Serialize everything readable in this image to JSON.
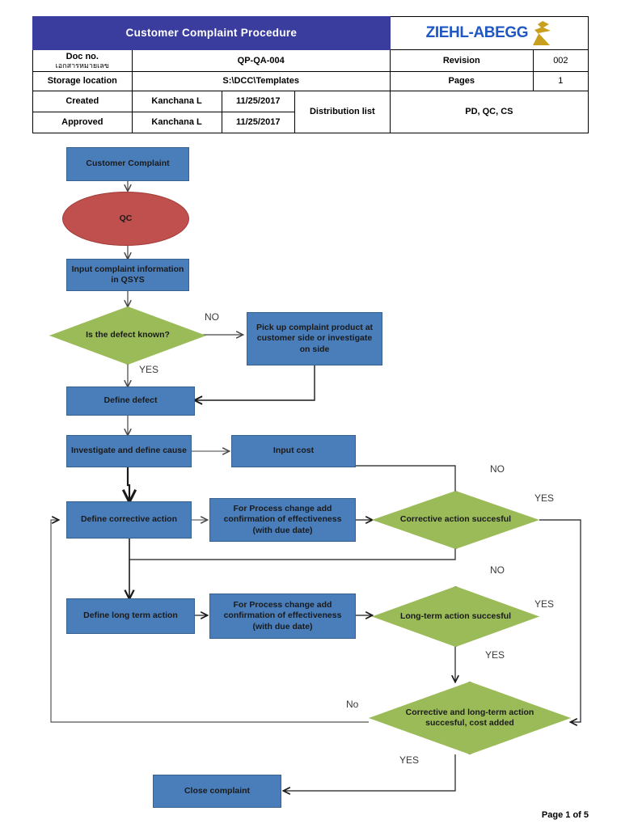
{
  "header": {
    "title": "Customer Complaint Procedure",
    "logo": {
      "text": "ZIEHL-ABEGG",
      "mark": "ziehl-abegg-logo-icon"
    },
    "rows": {
      "doc_no_label": "Doc no.",
      "doc_no_label_thai": "เอกสารหมายเลข",
      "doc_no_value": "QP-QA-004",
      "revision_label": "Revision",
      "revision_value": "002",
      "storage_label": "Storage location",
      "storage_value": "S:\\DCC\\Templates",
      "pages_label": "Pages",
      "pages_value": "1",
      "created_label": "Created",
      "created_by": "Kanchana L",
      "created_date": "11/25/2017",
      "approved_label": "Approved",
      "approved_by": "Kanchana L",
      "approved_date": "11/25/2017",
      "distribution_label": "Distribution list",
      "distribution_value": "PD, QC, CS"
    }
  },
  "flow": {
    "nodes": {
      "customer_complaint": "Customer Complaint",
      "qc": "QC",
      "input_complaint": "Input complaint information in QSYS",
      "is_defect_known": "Is the defect known?",
      "pick_up": "Pick up complaint product at customer side or investigate on side",
      "define_defect": "Define defect",
      "investigate_cause": "Investigate and define cause",
      "input_cost": "Input cost",
      "define_corrective": "Define corrective action",
      "process_change_1": "For Process change add confirmation of effectiveness (with due date)",
      "corrective_successful": "Corrective action succesful",
      "define_long_term": "Define long term action",
      "process_change_2": "For Process change add confirmation of effectiveness (with due date)",
      "long_term_successful": "Long-term action succesful",
      "both_successful": "Corrective and long-term action succesful, cost added",
      "close_complaint": "Close complaint"
    },
    "edge_labels": {
      "defect_no": "NO",
      "defect_yes": "YES",
      "corrective_no": "NO",
      "corrective_yes": "YES",
      "longterm_no": "NO",
      "longterm_yes_right": "YES",
      "longterm_yes_down": "YES",
      "both_no": "No",
      "both_yes": "YES"
    }
  },
  "footer": {
    "page": "Page 1 of 5"
  },
  "colors": {
    "title_bar": "#3a3d9e",
    "logo_blue": "#1f57c3",
    "logo_gold": "#c8a01e",
    "process_blue": "#4a7ebb",
    "decision_green": "#9bbb59",
    "terminator_red": "#c0504d"
  }
}
